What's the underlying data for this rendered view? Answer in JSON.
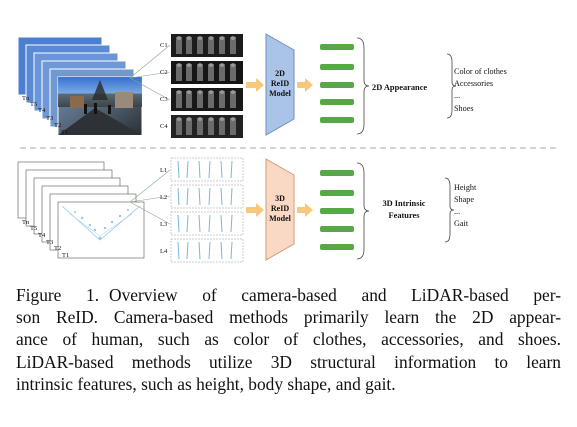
{
  "figure": {
    "model_top": "2D",
    "model_top_sub": "ReID",
    "model_top_sub2": "Model",
    "model_bottom": "3D",
    "model_bottom_sub": "ReID",
    "model_bottom_sub2": "Model",
    "top_output": "2D Appearance",
    "bottom_output_1": "3D Intrinsic",
    "bottom_output_2": "Features",
    "top_features": [
      "Color of clothes",
      "Accessories",
      "...",
      "Shoes"
    ],
    "bottom_features": [
      "Height",
      "Shape",
      "...",
      "Gait"
    ],
    "camera_labels": [
      "C1",
      "C2",
      "C3",
      "C4"
    ],
    "lidar_labels": [
      "L1",
      "L2",
      "L3",
      "L4"
    ],
    "time_labels": [
      "Tn",
      "T5",
      "T4",
      "T3",
      "T2",
      "T1"
    ],
    "colors": {
      "model_2d_fill": "#a9c4e6",
      "model_2d_stroke": "#6d8fbf",
      "model_3d_fill": "#f9d9c4",
      "model_3d_stroke": "#d29a78",
      "arrow": "#f6c97a",
      "feature_bar": "#55a845",
      "divider": "#aaaaaa"
    }
  },
  "caption": {
    "lines": [
      "Overview of camera-based and LiDAR-based per-",
      "son ReID. Camera-based methods primarily learn the 2D appear-",
      "ance of human, such as color of clothes, accessories, and shoes.",
      "LiDAR-based methods utilize 3D structural information to learn",
      "intrinsic features, such as height, body shape, and gait."
    ],
    "label": "Figure 1."
  }
}
